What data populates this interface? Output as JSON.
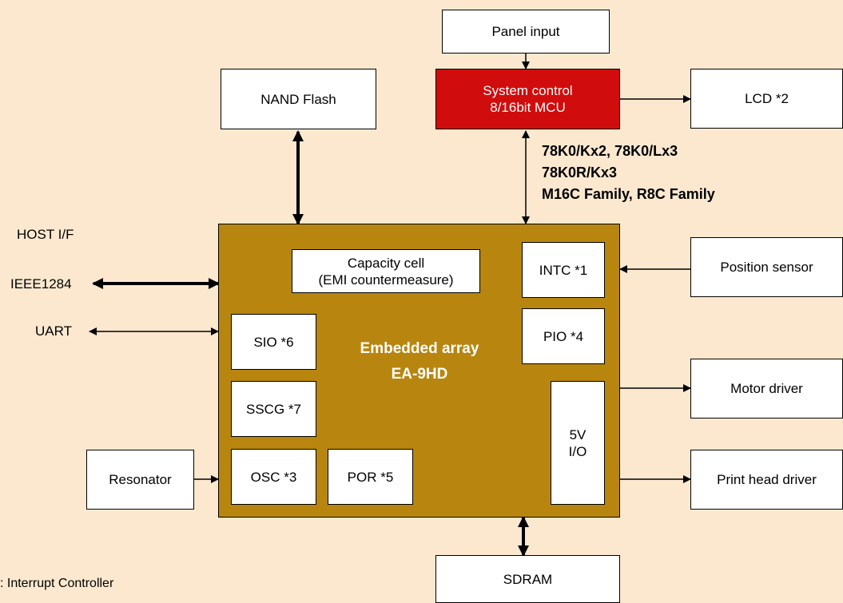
{
  "blocks": {
    "panel_input": "Panel input",
    "system_control": "System control\n8/16bit MCU",
    "lcd": "LCD *2",
    "nand_flash": "NAND Flash",
    "capacity_cell": "Capacity cell\n(EMI countermeasure)",
    "intc": "INTC *1",
    "pio": "PIO *4",
    "sio": "SIO *6",
    "sscg": "SSCG *7",
    "osc": "OSC *3",
    "por": "POR *5",
    "io_5v": "5V\nI/O",
    "position_sensor": "Position sensor",
    "motor_driver": "Motor driver",
    "print_head_driver": "Print head driver",
    "resonator": "Resonator",
    "sdram": "SDRAM"
  },
  "embedded_array": {
    "title": "Embedded array\nEA-9HD"
  },
  "mcu_families": "78K0/Kx2, 78K0/Lx3\n78K0R/Kx3\nM16C Family, R8C Family",
  "host_if": {
    "title": "HOST I/F",
    "ieee": "IEEE1284",
    "uart": "UART"
  },
  "footnote": ": Interrupt Controller",
  "colors": {
    "background": "#fbe8cf",
    "mcu": "#d00c0c",
    "embedded_array": "#b8860f"
  }
}
